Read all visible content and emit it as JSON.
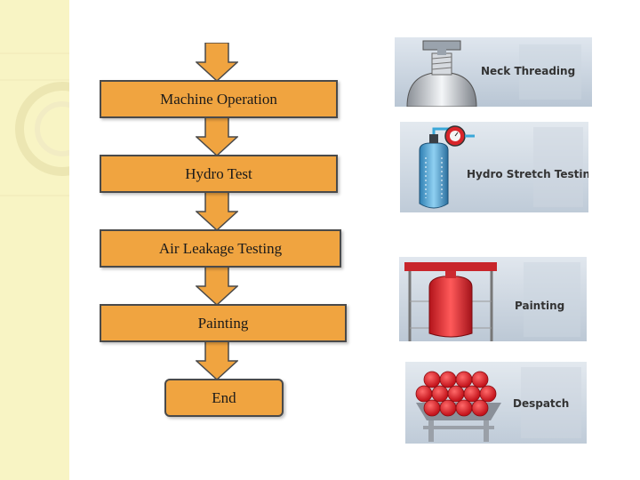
{
  "flowchart": {
    "steps": [
      {
        "label": "Machine Operation"
      },
      {
        "label": "Hydro Test"
      },
      {
        "label": "Air Leakage Testing"
      },
      {
        "label": "Painting"
      },
      {
        "label": "End"
      }
    ]
  },
  "photos": [
    {
      "label": "Neck Threading",
      "icon": "gas-cylinder-valve-icon"
    },
    {
      "label": "Hydro Stretch Testing",
      "icon": "blue-cylinder-gauge-icon"
    },
    {
      "label": "Painting",
      "icon": "red-cylinder-rack-icon"
    },
    {
      "label": "Despatch",
      "icon": "red-cylinders-pallet-icon"
    }
  ],
  "colors": {
    "box_fill": "#f0a440",
    "box_border": "#4a4a4a",
    "sidebar_deco": "#f6f1b8",
    "photo_bg": "#cfd8e3"
  }
}
